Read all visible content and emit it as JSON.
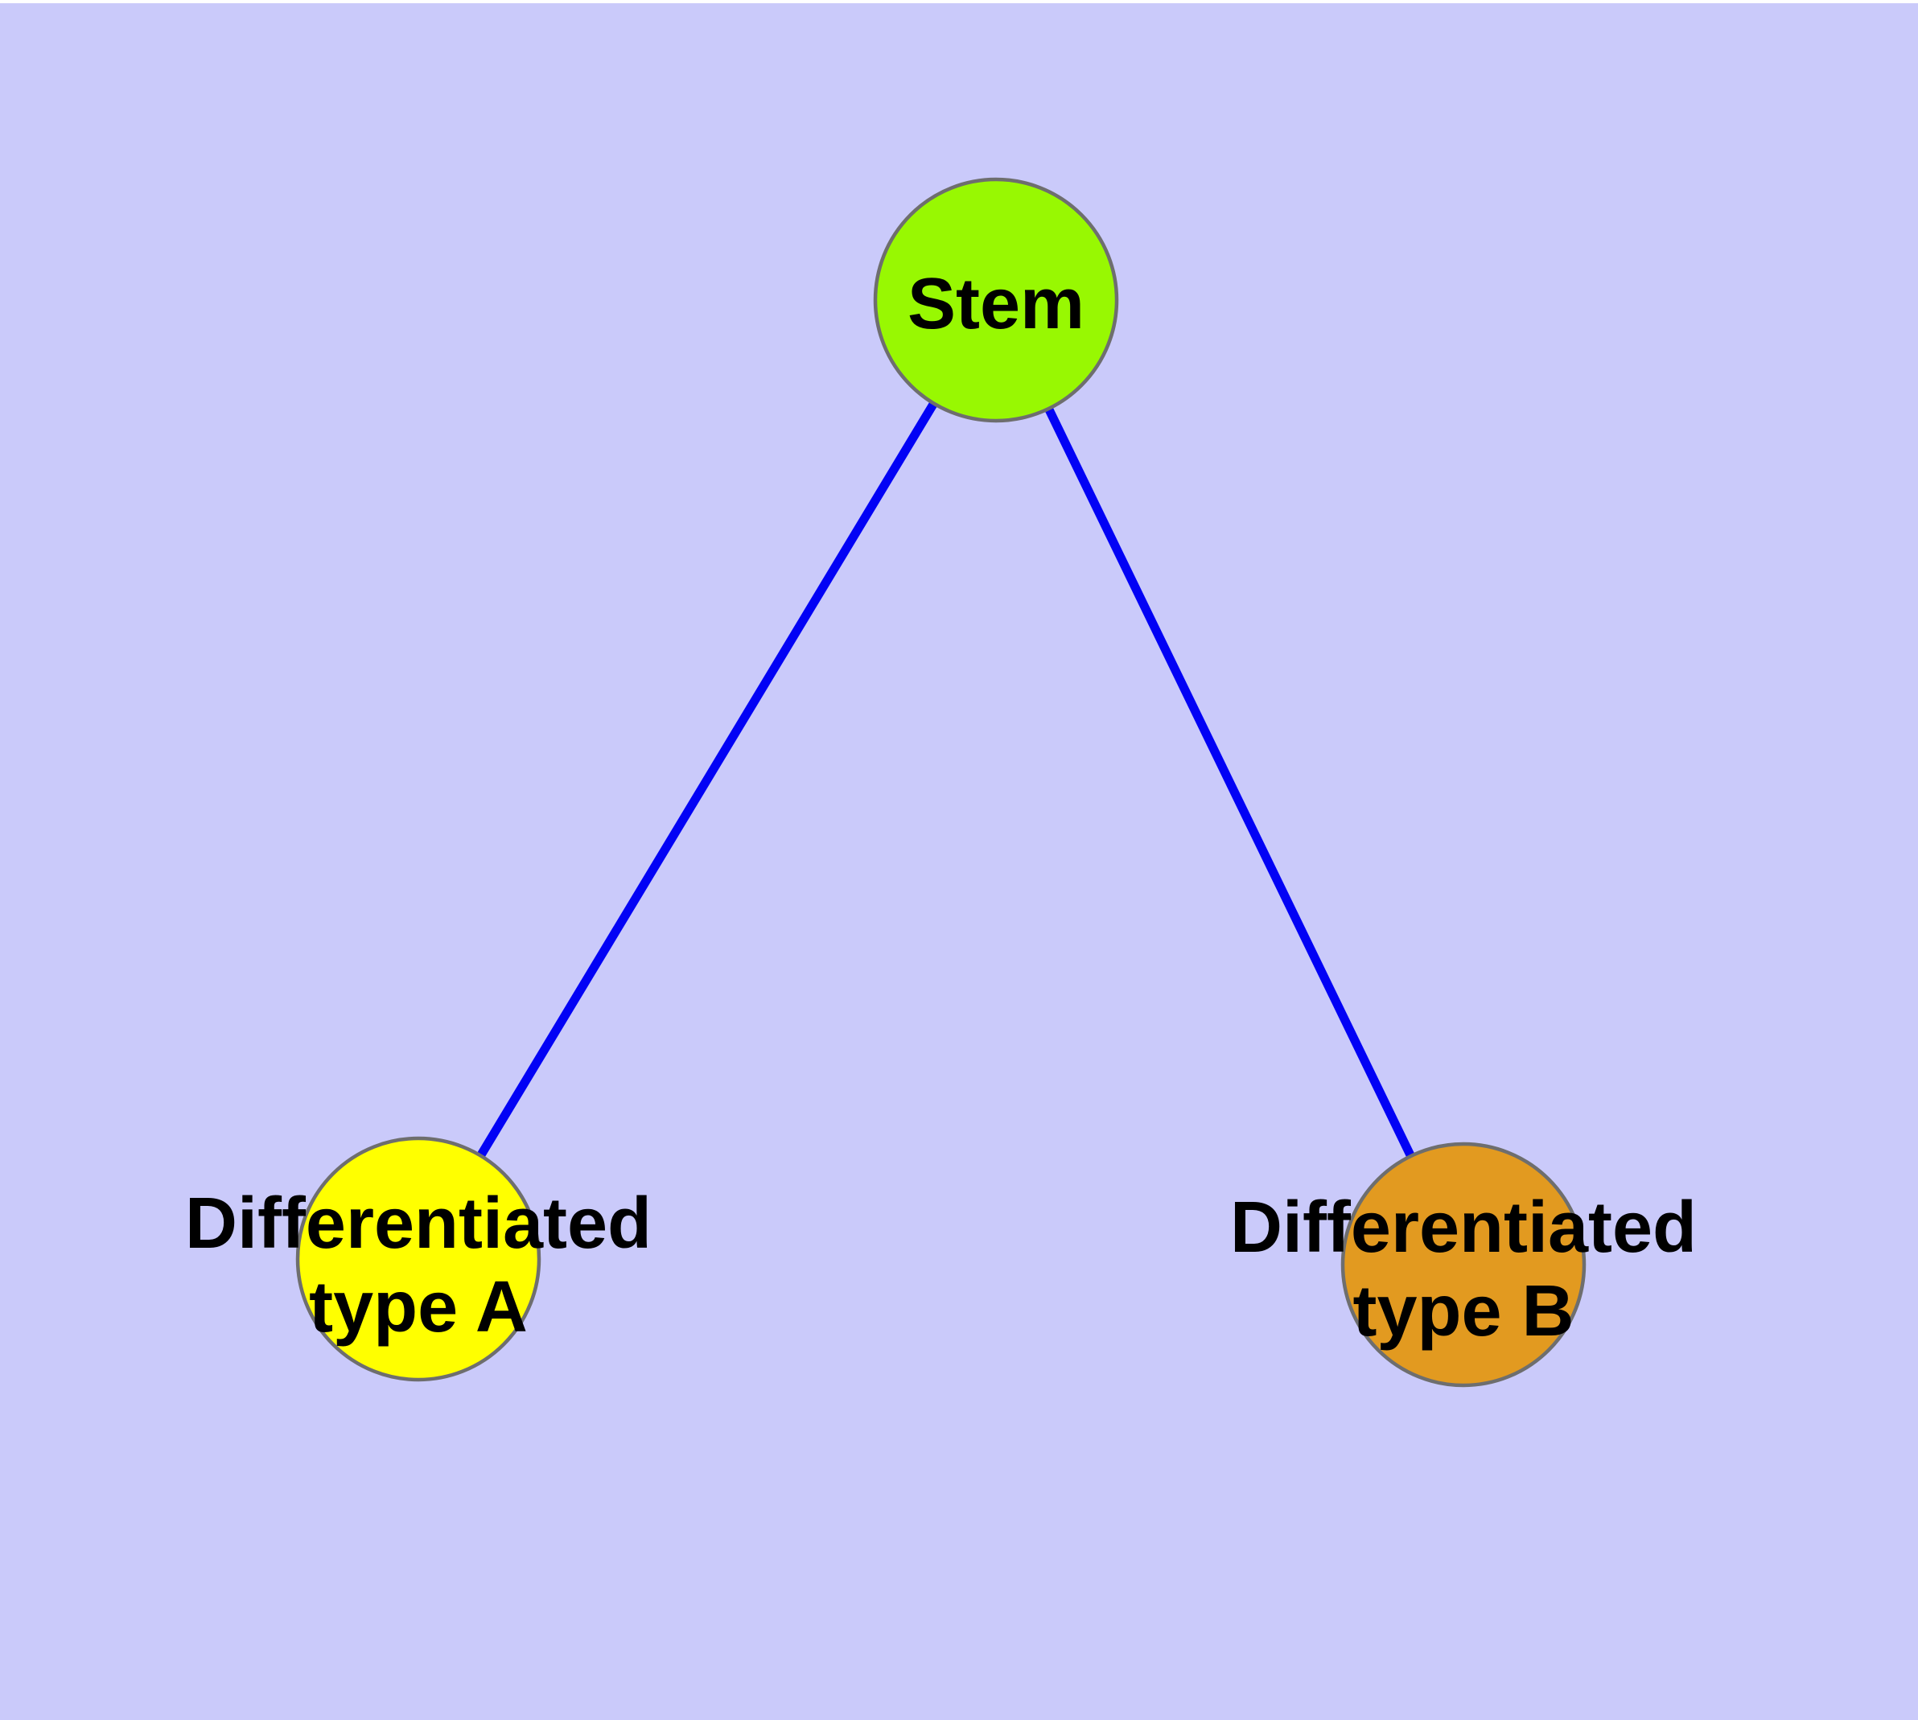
{
  "diagram": {
    "background_color": "#CACAFA",
    "top_edge_strip_color": "#FFFFFF",
    "edge_color": "#0202F5",
    "node_border_color": "#6E6E6E",
    "label_color": "#000000",
    "nodes": [
      {
        "id": "stem",
        "label": "Stem",
        "fill": "#98F802"
      },
      {
        "id": "differentiated-type-a",
        "label_line1": "Differentiated",
        "label_line2": "type A",
        "fill": "#FFFF00"
      },
      {
        "id": "differentiated-type-b",
        "label_line1": "Differentiated",
        "label_line2": "type B",
        "fill": "#E29A20"
      }
    ],
    "edges": [
      {
        "from": "Stem",
        "to": "Differentiated type A"
      },
      {
        "from": "Stem",
        "to": "Differentiated type B"
      }
    ]
  }
}
